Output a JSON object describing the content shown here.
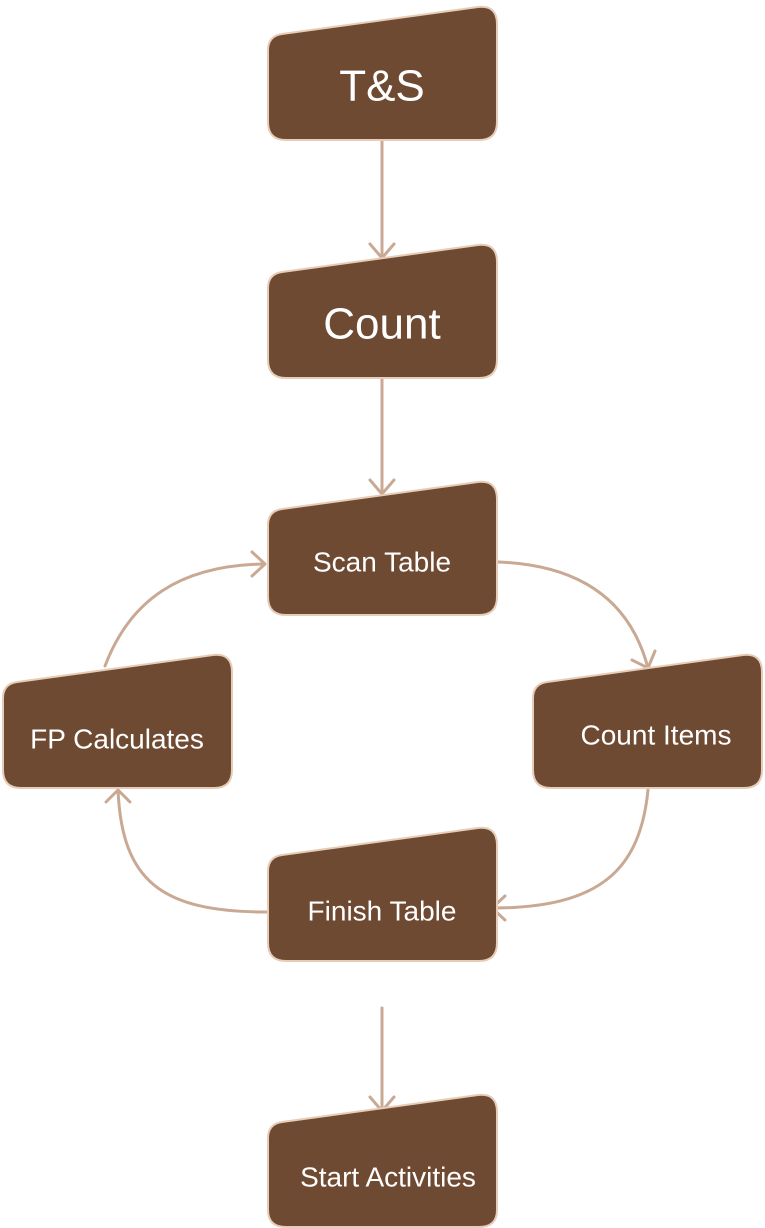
{
  "diagram": {
    "nodes": {
      "ts": "T&S",
      "count": "Count",
      "scan_table": "Scan Table",
      "count_items": "Count Items",
      "finish_table": "Finish Table",
      "fp_calculates": "FP Calculates",
      "start_activities": "Start Activities"
    }
  },
  "colors": {
    "node_fill": "#6f4a32",
    "node_border": "#e7cdb8",
    "edge": "#c9a993",
    "label": "#ffffff"
  }
}
